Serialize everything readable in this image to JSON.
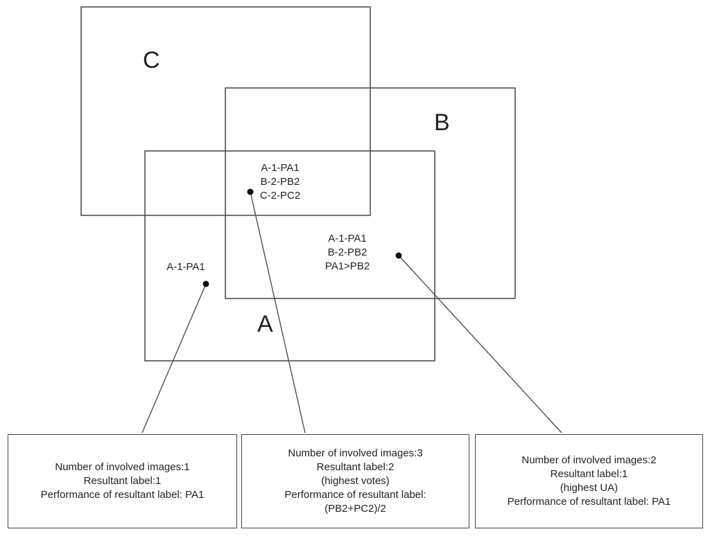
{
  "regions": {
    "a": {
      "label": "A"
    },
    "b": {
      "label": "B"
    },
    "c": {
      "label": "C"
    }
  },
  "points": {
    "abc": {
      "lines": [
        "A-1-PA1",
        "B-2-PB2",
        "C-2-PC2"
      ]
    },
    "ab": {
      "lines": [
        "A-1-PA1",
        "B-2-PB2",
        "PA1>PB2"
      ]
    },
    "a": {
      "lines": [
        "A-1-PA1"
      ]
    }
  },
  "boxes": {
    "left": {
      "lines": [
        "Number of involved images:1",
        "Resultant label:1",
        "Performance of resultant label:  PA1"
      ]
    },
    "middle": {
      "lines": [
        "Number of involved images:3",
        "Resultant label:2",
        "(highest votes)",
        "Performance of resultant label:",
        "(PB2+PC2)/2"
      ]
    },
    "right": {
      "lines": [
        "Number of involved images:2",
        "Resultant label:1",
        "(highest UA)",
        "Performance of resultant label:  PA1"
      ]
    }
  },
  "colors": {
    "stroke": "#444444",
    "text": "#222222"
  }
}
